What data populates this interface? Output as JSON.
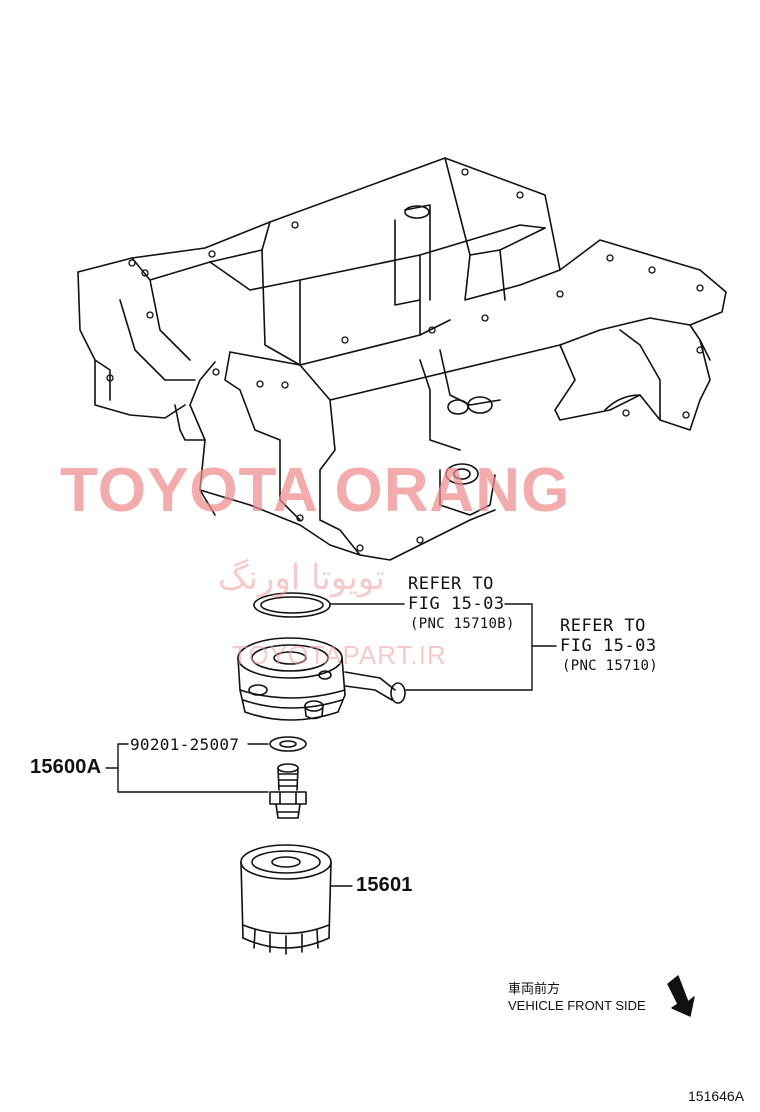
{
  "watermark": {
    "brand": "TOYOTA ORANG",
    "persian": "تویوتا اورنگ",
    "site": "TOYOTAPART.IR"
  },
  "callouts": {
    "oring_ref": {
      "line1": "REFER TO",
      "line2": "FIG 15-03",
      "line3": "(PNC 15710B)"
    },
    "cooler_ref": {
      "line1": "REFER TO",
      "line2": "FIG 15-03",
      "line3": "(PNC 15710)"
    },
    "bolt_part": "90201-25007",
    "assembly_part": "15600A",
    "filter_part": "15601"
  },
  "direction": {
    "japanese": "車両前方",
    "english": "VEHICLE FRONT SIDE"
  },
  "figure_code": "151646A",
  "colors": {
    "line": "#111111",
    "watermark": "#f08c8c"
  }
}
